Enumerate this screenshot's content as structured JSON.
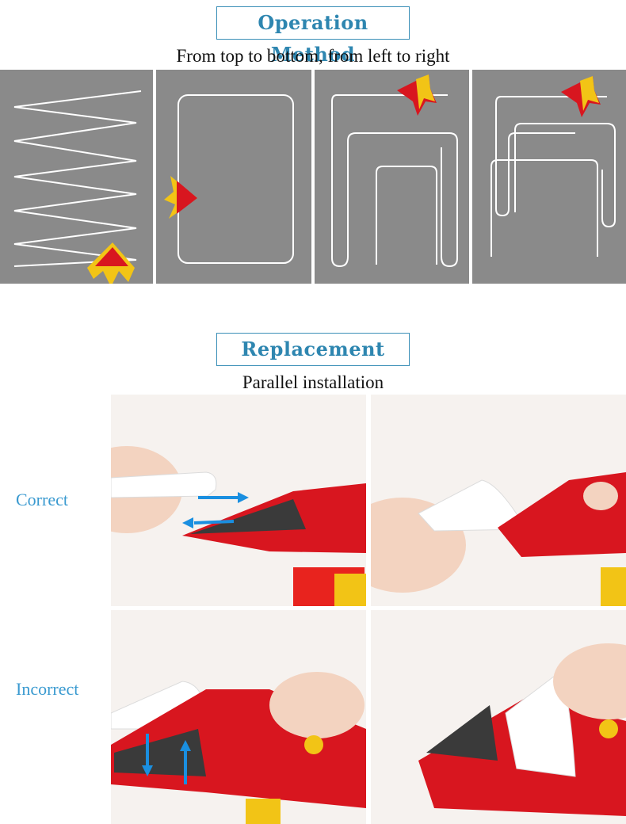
{
  "section1": {
    "title": "Operation Method",
    "subtitle": "From top to bottom, from left to right"
  },
  "section2": {
    "title": "Replacement",
    "subtitle": "Parallel installation",
    "row_labels": {
      "correct": "Correct",
      "incorrect": "Incorrect"
    }
  },
  "colors": {
    "title": "#2e86b0",
    "label": "#3a9ad0",
    "panel_bg": "#8a8a8a",
    "tool_red": "#d8161f",
    "tool_yellow": "#f2c416",
    "arrow_blue": "#1a8fe0"
  },
  "icons": {
    "tool": "triangular-cleaning-tool-icon",
    "arrow": "blue-direction-arrow-icon"
  }
}
